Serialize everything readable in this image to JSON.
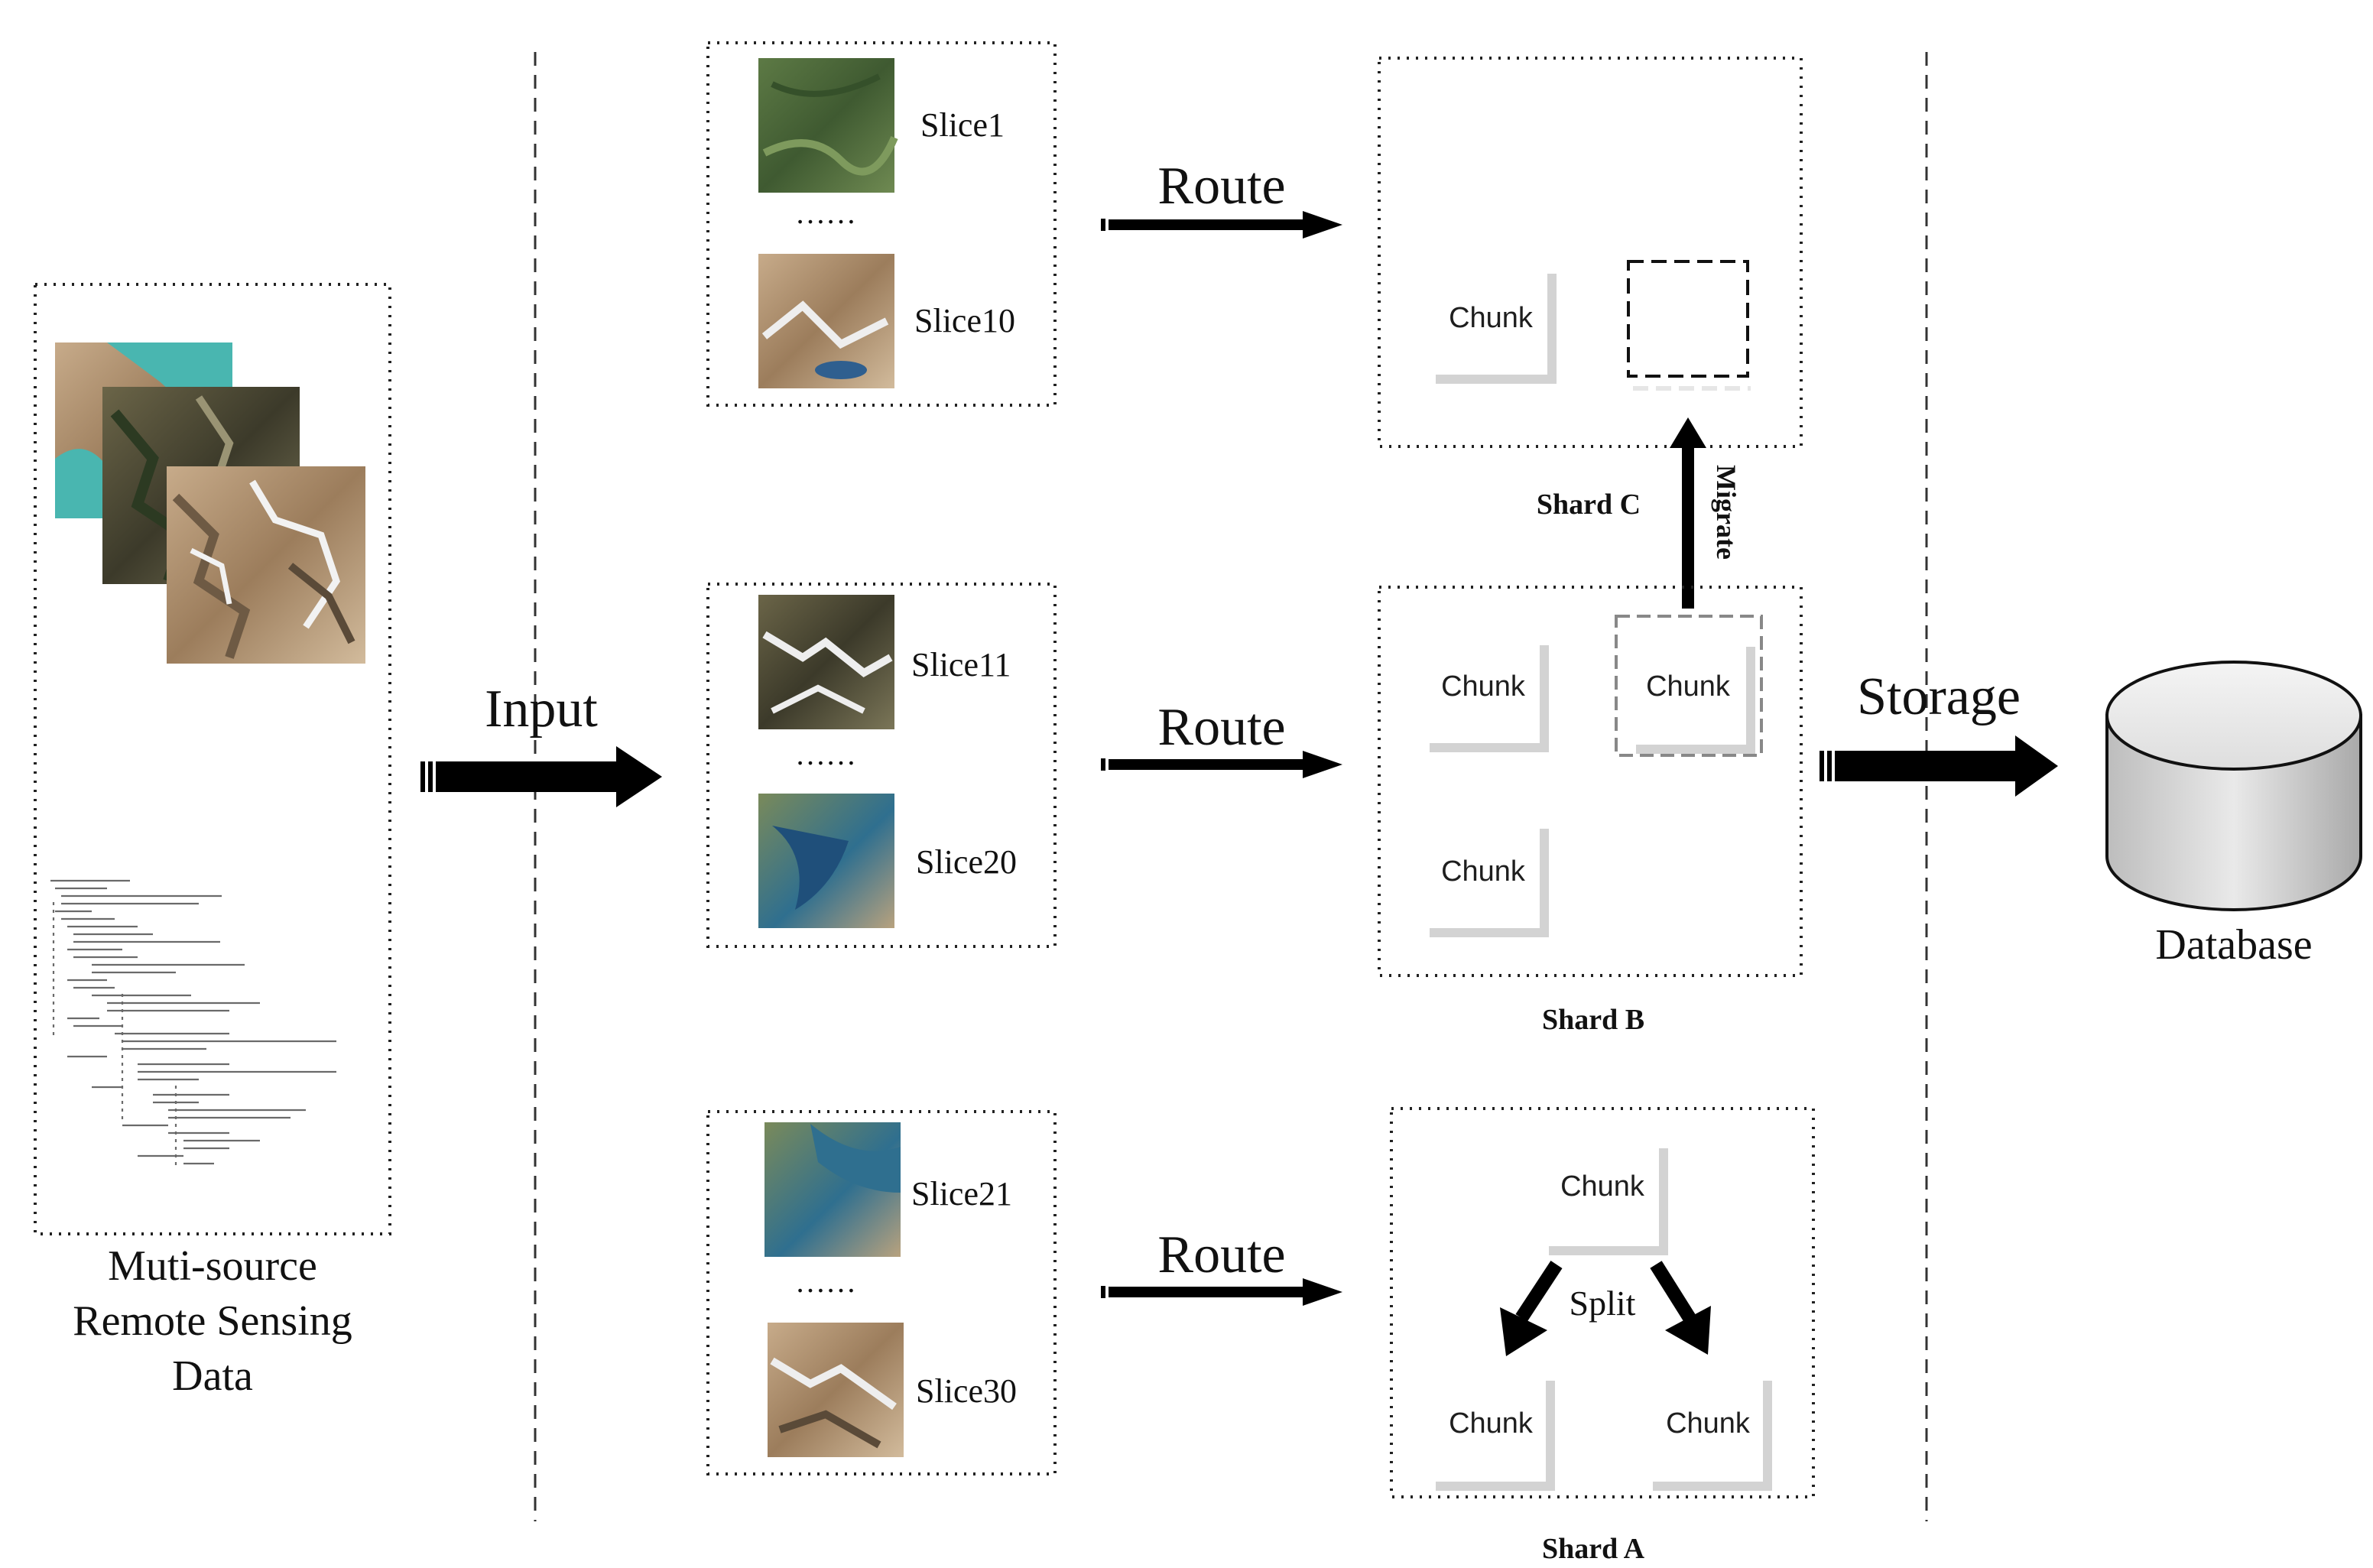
{
  "source_panel": {
    "label_lines": [
      "Muti-source",
      "Remote Sensing",
      "Data"
    ]
  },
  "arrows": {
    "input_label": "Input",
    "route_label": "Route",
    "storage_label": "Storage",
    "migrate_label": "Migrate",
    "split_label": "Split"
  },
  "slice_groups": [
    {
      "first": "Slice1",
      "ellipsis": "……",
      "last": "Slice10"
    },
    {
      "first": "Slice11",
      "ellipsis": "……",
      "last": "Slice20"
    },
    {
      "first": "Slice21",
      "ellipsis": "……",
      "last": "Slice30"
    }
  ],
  "shards": {
    "c": {
      "label": "Shard C",
      "chunks": [
        "Chunk"
      ]
    },
    "b": {
      "label": "Shard B",
      "chunks": [
        "Chunk",
        "Chunk",
        "Chunk"
      ]
    },
    "a": {
      "label": "Shard A",
      "chunks": [
        "Chunk",
        "Chunk",
        "Chunk"
      ]
    }
  },
  "database": {
    "label": "Database"
  },
  "colors": {
    "terrain_green": "#4f6a3a",
    "terrain_tan": "#b59876",
    "lake_turquoise": "#49b6b0",
    "lake_blue": "#2f5f8f",
    "snow": "#eeeeee"
  }
}
